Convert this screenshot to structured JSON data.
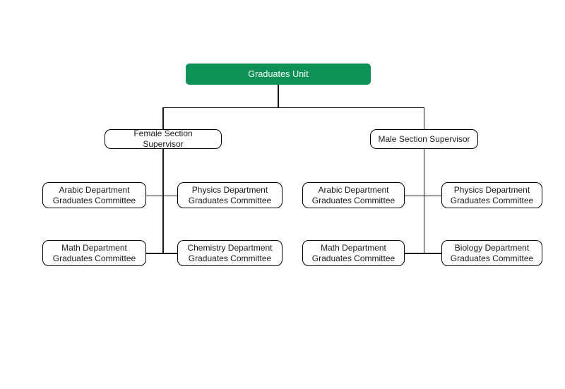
{
  "diagram": {
    "title": "Graduates Unit organizational chart",
    "type": "org-chart",
    "background_color": "#ffffff",
    "accent_color": "#0d9157",
    "line_color": "#1a1a1a",
    "root": {
      "label": "Graduates Unit"
    },
    "branches": [
      {
        "supervisor": {
          "label": "Female Section\nSupervisor"
        },
        "committees": [
          {
            "label": "Arabic Department\nGraduates Committee"
          },
          {
            "label": "Physics Department\nGraduates Committee"
          },
          {
            "label": "Math Department\nGraduates Committee"
          },
          {
            "label": "Chemistry Department\nGraduates Committee"
          }
        ]
      },
      {
        "supervisor": {
          "label": "Male Section Supervisor"
        },
        "committees": [
          {
            "label": "Arabic Department\nGraduates Committee"
          },
          {
            "label": "Physics Department\nGraduates Committee"
          },
          {
            "label": "Math Department\nGraduates Committee"
          },
          {
            "label": "Biology Department\nGraduates Committee"
          }
        ]
      }
    ]
  }
}
